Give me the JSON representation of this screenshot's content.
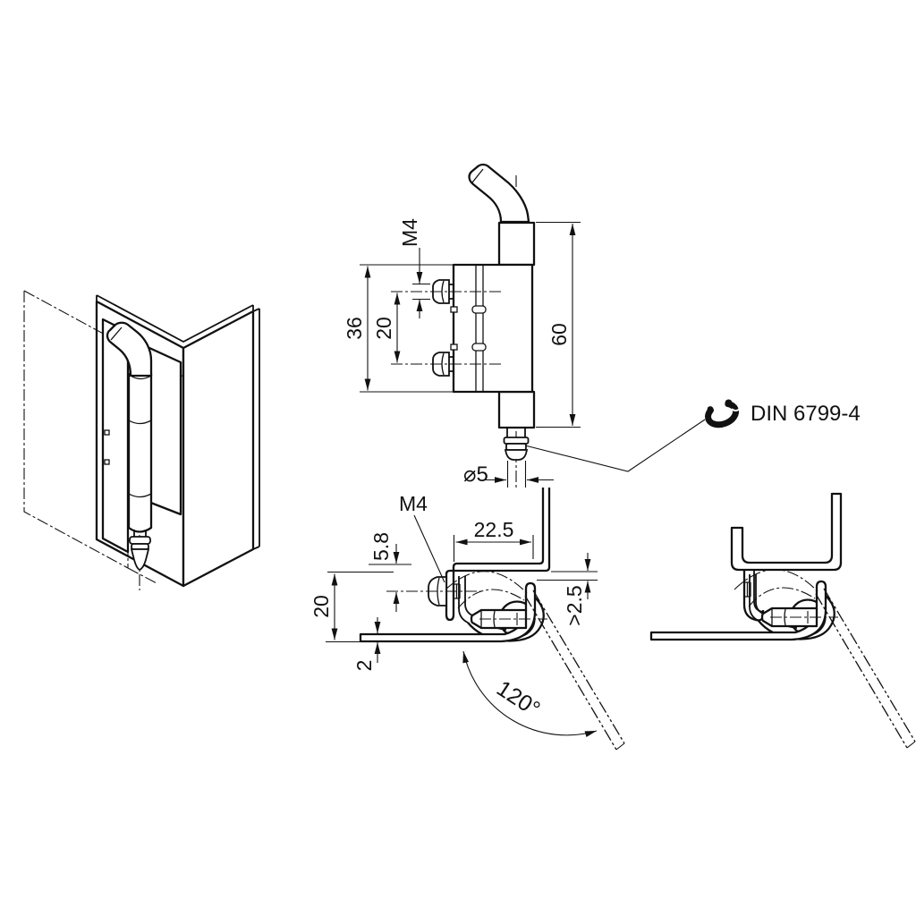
{
  "style": {
    "line_color": "#111111",
    "background": "#ffffff"
  },
  "part_callout": {
    "standard": "DIN 6799-4"
  },
  "front_view": {
    "thread_label": "M4",
    "plate_height": "36",
    "hole_spacing": "20",
    "overall_height": "60",
    "pin_diameter": "⌀5"
  },
  "section_view": {
    "thread_label": "M4",
    "width": "22.5",
    "screw_offset": "5.8",
    "depth": "20",
    "sheet_thickness": "2",
    "clearance": ">2.5",
    "opening_angle": "120°"
  }
}
